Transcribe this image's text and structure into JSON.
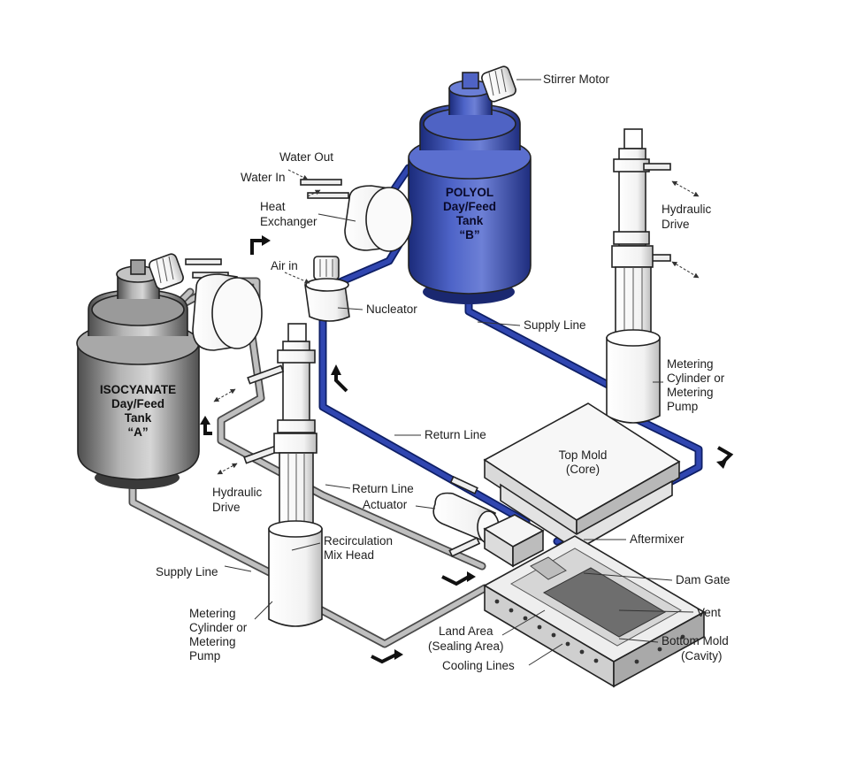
{
  "colors": {
    "iso_pipe": "#bfbfbf",
    "polyol_pipe": "#3046b0",
    "polyol_tank": "#3a4fb0",
    "iso_tank": "#8c8c8c"
  },
  "tanks": {
    "polyol": {
      "line1": "POLYOL",
      "line2": "Day/Feed",
      "line3": "Tank",
      "line4": "“B”"
    },
    "iso": {
      "line1": "ISOCYANATE",
      "line2": "Day/Feed",
      "line3": "Tank",
      "line4": "“A”"
    }
  },
  "mold": {
    "top_line1": "Top Mold",
    "top_line2": "(Core)"
  },
  "labels": {
    "stirrer_motor": "Stirrer Motor",
    "water_out": "Water Out",
    "water_in": "Water In",
    "heat_exchanger_1": "Heat",
    "heat_exchanger_2": "Exchanger",
    "air_in": "Air in",
    "nucleator": "Nucleator",
    "hydraulic_drive_right_1": "Hydraulic",
    "hydraulic_drive_right_2": "Drive",
    "supply_line_right": "Supply Line",
    "metering_right_1": "Metering",
    "metering_right_2": "Cylinder or",
    "metering_right_3": "Metering",
    "metering_right_4": "Pump",
    "return_line_blue": "Return Line",
    "return_line_grey": "Return Line",
    "actuator": "Actuator",
    "recirculation_1": "Recirculation",
    "recirculation_2": "Mix Head",
    "hydraulic_drive_left_1": "Hydraulic",
    "hydraulic_drive_left_2": "Drive",
    "supply_line_left": "Supply Line",
    "metering_left_1": "Metering",
    "metering_left_2": "Cylinder or",
    "metering_left_3": "Metering",
    "metering_left_4": "Pump",
    "aftermixer": "Aftermixer",
    "dam_gate": "Dam Gate",
    "vent": "Vent",
    "land_area_1": "Land Area",
    "land_area_2": "(Sealing Area)",
    "cooling_lines": "Cooling Lines",
    "bottom_mold_1": "Bottom Mold",
    "bottom_mold_2": "(Cavity)"
  }
}
